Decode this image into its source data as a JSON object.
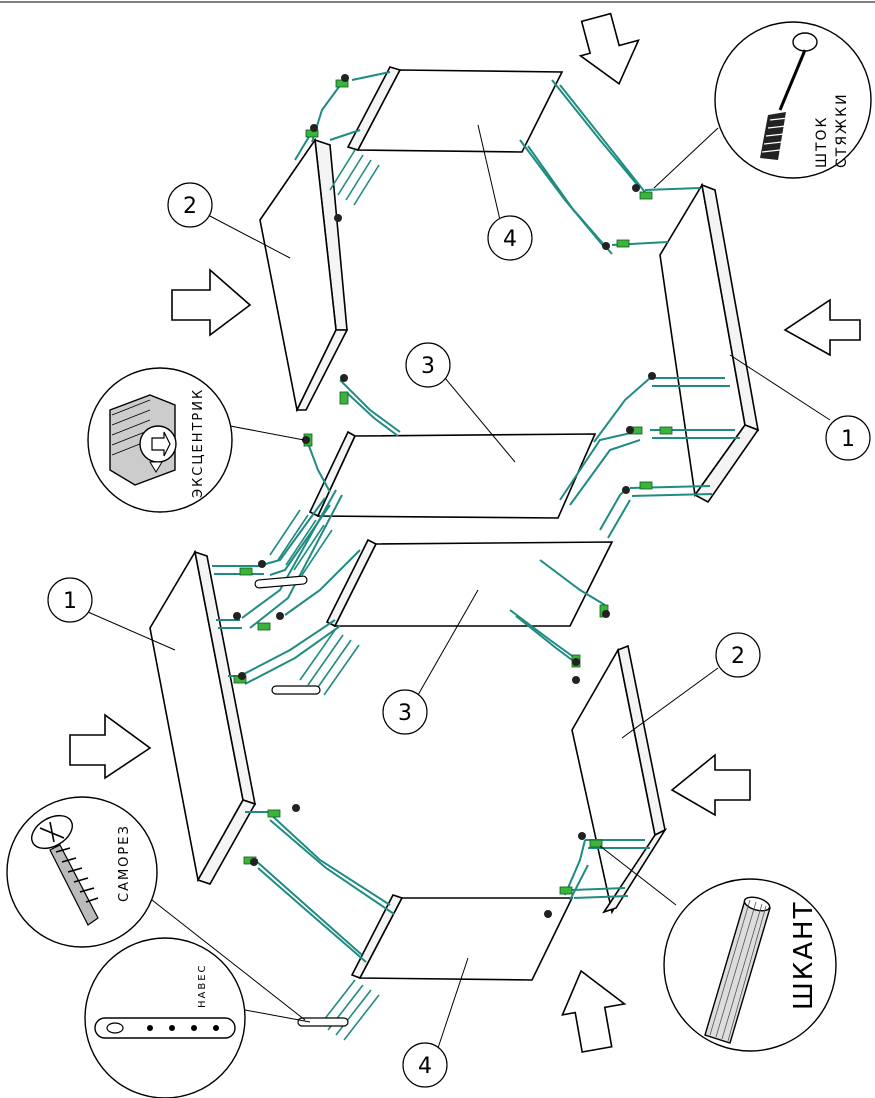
{
  "parts": {
    "p1_left": "1",
    "p1_right": "1",
    "p2_top": "2",
    "p2_bottom": "2",
    "p3_upper": "3",
    "p3_lower": "3",
    "p4_upper": "4",
    "p4_lower": "4"
  },
  "callouts": {
    "shtok": [
      "ШТОК",
      "СТЯЖКИ"
    ],
    "eccentric": "ЭКСЦЕНТРИК",
    "samorez": "САМОРЕЗ",
    "naves": "НАВЕС",
    "shkant": "ШКАНТ"
  },
  "colors": {
    "connector": "#1e8c82",
    "fitting": "#3cb43c"
  }
}
